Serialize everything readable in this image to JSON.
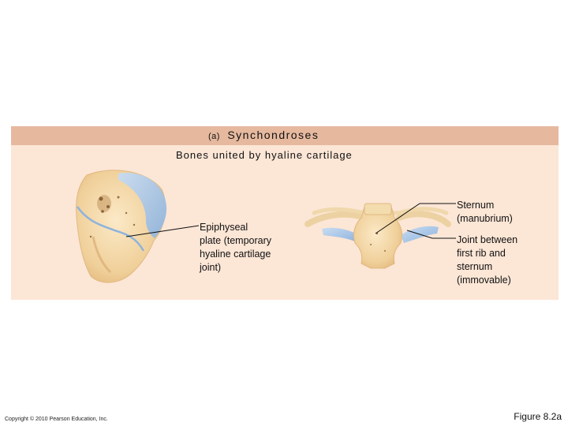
{
  "panel": {
    "letter": "(a)",
    "heading": "Synchondroses",
    "subtitle": "Bones united by hyaline cartilage"
  },
  "labels": {
    "epiphyseal": [
      "Epiphyseal",
      "plate (temporary",
      "hyaline cartilage",
      "joint)"
    ],
    "sternum": [
      "Sternum",
      "(manubrium)"
    ],
    "joint": [
      "Joint between",
      "first rib and",
      "sternum",
      "(immovable)"
    ]
  },
  "footer": {
    "copyright": "Copyright © 2010 Pearson Education, Inc.",
    "figure": "Figure 8.2a"
  },
  "colors": {
    "header_band": "#e6b99f",
    "panel_bg": "#fce6d6",
    "bone": "#f2d7a6",
    "cartilage": "#a9c6e6"
  }
}
